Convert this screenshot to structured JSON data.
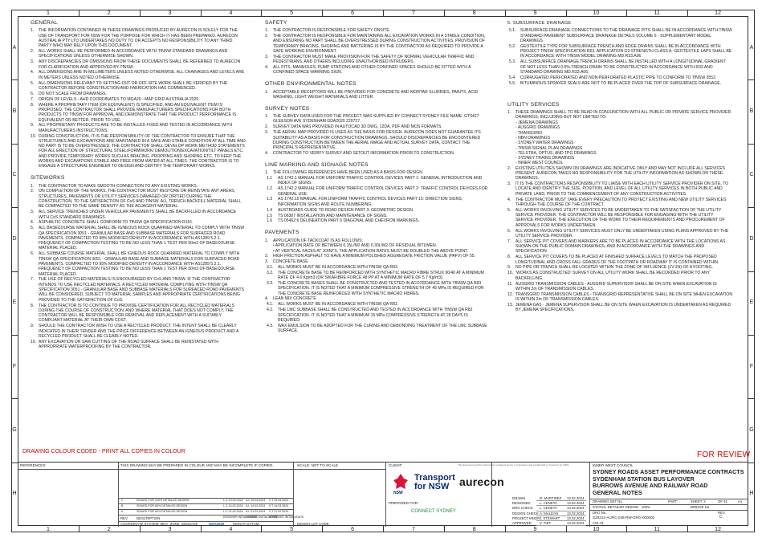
{
  "grid": {
    "columns": [
      "1",
      "2",
      "3",
      "4",
      "5",
      "6",
      "7",
      "8",
      "9",
      "10",
      "11",
      "12"
    ],
    "rows": [
      "A",
      "B",
      "C",
      "D",
      "E",
      "F",
      "G",
      "H"
    ]
  },
  "general": {
    "title": "GENERAL",
    "notes": [
      {
        "n": "1.",
        "t": "THE INFORMATION CONTAINED IN THESE DRAWINGS PRODUCED BY AURECON IS SOLELY FOR THE USE OF TRANSPORT FOR NSW FOR THE PURPOSE FOR WHICH IT HAS BEEN PREPARED. AURECON AUSTRALIA PTY LTD UNDERTAKES NO DUTY TO OR ACCEPTS NO RESPONSIBILITY TO ANY THIRD PARTY WHO MAY RELY UPON THIS DOCUMENT."
      },
      {
        "n": "2.",
        "t": "ALL WORKS SHALL BE PERFORMED IN ACCORDANCE WITH TfNSW STANDARD DRAWINGS AND SPECIFICATIONS UNLESS OTHERWISE SHOWN."
      },
      {
        "n": "3.",
        "t": "ANY DISCREPANCIES OR OMISSIONS FROM THESE DOCUMENTS SHALL BE REFERRED TO AURECON FOR CLARIFICATION AND APPROVED BY TfNSW."
      },
      {
        "n": "4.",
        "t": "ALL DIMENSIONS ARE IN MILLIMETERS UNLESS NOTED OTHERWISE. ALL CHAINAGES AND LEVELS ARE IN METERS UNLESS NOTED OTHERWISE."
      },
      {
        "n": "5.",
        "t": "ALL DIMENSIONS RELEVANT TO SETTING OUT OR OFF-SITE WORK SHALL BE VERIFIED BY THE CONTRACTOR BEFORE CONSTRUCTION AND FABRICATION HAS COMMENCED."
      },
      {
        "n": "6.",
        "t": "DO NOT SCALE FROM DRAWINGS."
      },
      {
        "n": "7.",
        "t": "ORIGIN OF LEVELS - AHD COORDINATES TO MGA20 - MAP GRID AUSTRALIA 2020."
      },
      {
        "n": "8.",
        "t": "WHERE A PROPRIETARY ITEM (OR EQUIVALENT) IS SPECIFIED, AND AN EQUIVALENT ITEM IS PROPOSED, THE CONTRACTOR SHALL PROVIDE MANUFACTURERS SPECIFICATIONS FOR BOTH PRODUCTS TO TfNSW FOR APPROVAL AND DEMONSTRATE THAT THE PRODUCT PERFORMANCE IS EQUIVALENT OR BETTER, PRIOR TO USE."
      },
      {
        "n": "9.",
        "t": "ALL PROPRIETARY PRODUCTS ARE TO BE INSTALLED FIXED AND TESTED IN ACCORDANCE WITH MANUFACTURERS INSTRUCTIONS."
      },
      {
        "n": "10.",
        "t": "DURING CONSTRUCTION, IT IS THE RESPONSIBILITY OF THE CONTRACTOR TO ENSURE THAT THE STRUCTURES AND EXCAVATIONS ARE MAINTAINED IN A SAFE AND STABLE CONDITION AT ALL TIME AND NO PART IS TO BE OVERSTRESSED. THE CONTRACTOR SHALL DEVELOP WORK METHOD STATEMENTS FOR ALL ERECTION OF STRUCTURAL STEEL/FORMWORK/ DEMOLITION/EXCAVATION/TILT PANELS ETC. AND PROVIDE TEMPORARY WORKS SUCH AS BRACING, PROPPING AND SHORING ETC. TO KEEP THE WORKS AND EXCAVATIONS STABLE AND FREE FROM WATER AT ALL TIMES. THE CONTRACTOR IS TO ENGAGE A STRUCTURAL ENGINEER TO DESIGN AND CERTIFY THE TEMPORARY WORKS."
      }
    ]
  },
  "siteworks": {
    "title": "SITEWORKS",
    "notes": [
      {
        "n": "1.",
        "t": "THE CONTRACTOR TO MAKE SMOOTH CONNECTION TO ANY EXISTING WORKS."
      },
      {
        "n": "2.",
        "t": "ON COMPLETION OF THE WORKS, THE CONTRACTOR MUST RESTORE OR REINSTATE ANY AREAS, STRUCTURES, PAVEMENTS OR UTILITY SERVICES DAMAGED OR DIRTIED DURING THE CONSTRUCTION, TO THE SATISFACTION OF CoS AND TfNSW. ALL TRENCH BACKFILL MATERIAL SHALL BE COMPACTED TO THE SAME DENSITY AS THE ADJACENT MATERIAL."
      },
      {
        "n": "3.",
        "t": "ALL SERVICE TRENCHES UNDER VEHICULAR PAVEMENTS SHALL BE BACKFILLED IN ACCORDANCE WITH CoS STANDARD DRAWINGS."
      },
      {
        "n": "4.",
        "t": "ASPHALTIC CONCRETE SHALL CONFORM TO TfNSW QA SPECIFICATION R116."
      },
      {
        "n": "5.",
        "t": "ALL BASECOURSE MATERIAL SHALL BE IGNEOUS ROCK QUARRIED MATERIAL TO COMPLY WITH TfNSW QA SPECIFICATION 3051 - GRANULAR BASE AND SUBBASE MATERIALS FOR SURFACED ROAD PAVEMENTS. COMPACTED TO 98% MODIFIED DENSITY IN ACCORDANCE WITH AS1289 5.2.1. FREQUENCY OF COMPACTION TESTING TO BE NO LESS THAN 1 TEST PER 50m3 OF BASECOURSE MATERIAL PLACED."
      },
      {
        "n": "6.",
        "t": "ALL SUBBASE COURSE MATERIAL SHALL BE IGNEOUS ROCK QUARRIED MATERIAL TO COMPLY WITH TfNSW QA SPECIFICATION 3051 - GRANULAR BASE AND SUBBASE MATERIALS FOR SURFACED ROAD PAVEMENTS. COMPACTED TO 95% MODIFIED DENSITY IN ACCORDANCE WITH AS1289 5.2.1. FREQUENCY OF COMPACTION TESTING TO BE NO LESS THAN 1 TEST PER 50m3 OF BASECOURSE MATERIAL PLACED."
      },
      {
        "n": "7.",
        "t": "THE USE OF RECYCLED MATERIALS IS ENCOURAGED BY CoS AND TfNSW. IF THE CONTRACTOR INTENDS TO USE RECYCLED MATERIALS. A RECYCLED MATERIAL COMPLYING WITH TfNSW QA SPECIFICATION 3051 - GRANULAR BASE AND SUBBASE MATERIALS FOR SURFACED ROAD PAVEMENTS WILL BE CONSIDERED, SUBJECT TO MATERIAL SAMPLES AND APPROPRIATE CERTIFICATIONS BEING PROVIDED TO THE SATISFACTION OF CoS."
      },
      {
        "n": "8.",
        "t": "THE CONTRACTOR IS TO CONTINUE TO PROVIDE CERTIFICATION FOR ALL RECYCLED MATERIALS DURING THE COURSE OF CONSTRUCTION. AND WHERE MATERIAL THAT DOES NOT COMPLY, THE CONTRACTOR WILL BE RESPONSIBLE FOR REMOVAL AND REPLACEMENT WITH A SUITABLY COMPLIANT MATERIAL AT THEIR OWN COST."
      },
      {
        "n": "9.",
        "t": "SHOULD THE CONTRACTOR WISH TO USE A RECYCLED PRODUCT. THE INTENT SHALL BE CLEARLY INDICATED IN THEIR TENDER AND THE PRICE DIFFERENCE BETWEEN AN IGNEOUS PRODUCT AND A RECYCLED PRODUCT SHALL BE CLEARLY NOTED."
      },
      {
        "n": "10.",
        "t": "ANY EXCAVATION OR SAW CUTTING OF THE ROAD SURFACE SHALL BE REINSTATED WITH APPROPRIATE WATERPROOFING BY THE CONTRACTOR."
      }
    ]
  },
  "safety": {
    "title": "SAFETY",
    "notes": [
      {
        "n": "1.",
        "t": "THE CONTRACTOR IS RESPONSIBLE FOR SAFETY ONSITE."
      },
      {
        "n": "2.",
        "t": "THE CONTRACTOR IS RESPONSIBLE FOR MAINTAINING ALL EXCAVATION WORKS IN A STABLE CONDITION, AND ENSURING NO PART SHALL BE OVERSTRESSED DURING CONSTRUCTION ACTIVITIES. PROVISION OF TEMPORARY BRACING, SHORING AND BATTERING IS BY THE CONTRACTOR AS REQUIRED TO PROVIDE A SAFE WORKING ENVIRONMENT."
      },
      {
        "n": "3.",
        "t": "THE CONTRACTOR MUST MAKE PROVISION FOR THE SAFETY OF NORMAL VEHICULAR TRAFFIC AND PEDESTRIANS, AND OTHERS INCLUDING UNAUTHORISED INTRUDERS."
      },
      {
        "n": "4.",
        "t": "ALL PITS, MANHOLES, PUMP STATIONS AND OTHER CONFINED SPACES SHOULD BE FITTED WITH A CONFINED SPACE WARNING SIGN."
      }
    ]
  },
  "environmental": {
    "title": "OTHER ENVIRONMENTAL NOTES",
    "notes": [
      {
        "n": "1.",
        "t": "ACCEPTABLE RECEPTORS WILL BE PROVIDED FOR CONCRETE AND MORTAR SLURRIES, PAINTS, ACID WASHING, LIGHT WEIGHT MATERIALS AND LITTER."
      }
    ]
  },
  "survey": {
    "title": "SURVEY NOTES",
    "notes": [
      {
        "n": "1.",
        "t": "THE SURVEY DATA USED FOR THE PROJECT WAS SUPPLIED BY CONNECT SYDNEY FILE NAME: GT0427 GLEESON AVE SYDENHAM GDA2020 220727."
      },
      {
        "n": "2.",
        "t": "SURVEY DATA WAS PROVIDED IN AUTOCAD 3D DWG, 12DA, PDF AND MOS FORMATS."
      },
      {
        "n": "3.",
        "t": "THE AERIAL MAP PROVIDED IS USED AS THE BASIS FOR DESIGN. AURECON DOES NOT GUARANTEE ITS SUITABILITY AS A BASIS FOR CONSTRUCTION DRAWINGS. SHOULD DISCREPANCIES BE ENCOUNTERED DURING CONSTRUCTION BETWEEN THE AERIAL IMAGE AND ACTUAL SURVEY DATA, CONTACT THE PRINCIPAL'S REPRESENTATIVE."
      },
      {
        "n": "4.",
        "t": "CONTRACTOR TO VERIFY SURVEY AND SETOUT INFORMATION PRIOR TO CONSTRUCTION."
      }
    ]
  },
  "linemarking": {
    "title": "LINE MARKING AND SIGNAGE NOTES",
    "intro": {
      "n": "1.",
      "t": "THE FOLLOWING REFERENCES HAVE BEEN USED AS A BASIS FOR DESIGN."
    },
    "subs": [
      {
        "n": "1.1",
        "t": "AS 1742.1 MANUAL FOR UNIFORM TRAFFIC CONTROL DEVICES PART 1: GENERAL INTRODUCTION AND INDEX OF SIGNS."
      },
      {
        "n": "1.2",
        "t": "AS 1742.2 MANUAL FOR UNIFORM TRAFFIC CONTROL DEVICES PART 2: TRAFFIC CONTROL DEVICES FOR GENERAL USE."
      },
      {
        "n": "1.3",
        "t": "AS 1742.15 MANUAL FOR UNIFORM TRAFFIC CONTROL DEVICES PART 15: DIRECTION SIGNS, INFORMATION SIGNS AND ROUTE NUMBERING."
      },
      {
        "n": "1.4",
        "t": "AUSTROADS GUIDE TO ROAD DESIGN PART 3: GEOMETRIC DESIGN."
      },
      {
        "n": "1.5",
        "t": "TS 06307 INSTALLATION AND MAINTENANCE OF SIGNS."
      },
      {
        "n": "1.6",
        "t": "TS 05462:6 DELINEATION PART 6 DIAGONAL AND CHEVRON MARKINGS."
      }
    ]
  },
  "pavements": {
    "title": "PAVEMENTS",
    "tack": {
      "n": "1.",
      "t": "APPLICATION OF TACKCOAT IS AS FOLLOWS:"
    },
    "tack_items": [
      "• APPLICATION RATE OF BETWEEN 0.15L/M2 AND 0.30L/M2 OF RESIDUAL BITUMEN.",
      "• AT VERTICAL FACES AT JOINTS, THE APPLICATION RATES MUST BE DOUBLED THE ABOVE POINT."
    ],
    "high": {
      "n": "2.",
      "t": "HIGH FRICTION ASPHALT TO HAVE A MINIMUM POLISHED AGGREGATE FRICTION VALUE (PAFV) OF 55."
    },
    "concrete": {
      "n": "3.",
      "t": "CONCRETE BASE"
    },
    "concrete_subs": [
      {
        "n": "3.1.",
        "t": "ALL WORKS MUST BE IN ACCORDANCE WITH TfNSW QA R83."
      },
      {
        "n": "3.2.",
        "t": "THE CONCRETE BASE TO BE REINFORCED WITH SYNTHETIC MACRO FIBRE STRUX 90/40 AT A MINIMUM RATE OF 4.6 Kg/m3 (OR SIKAFIBRE FORCE 48 PP AT A MINIMUM RATE OF 5.7 Kg/m3)."
      },
      {
        "n": "3.3.",
        "t": "THE CONCRETE BASES SHALL BE CONSTRUCTED AND TESTED IN ACCORDANCE WITH TfNSW QA R83 SPECIFICATION. IT IS NOTED THAT A MINIMUM COMPRESSIVE STRENGTH OF 45 MPa IS REQUIRED FOR THE CONCRETE BASE REINFORCED WITH SYNTHETIC MACRO FIBRES."
      }
    ],
    "lean": {
      "n": "4.",
      "t": "LEAN MIX CONCRETE"
    },
    "lean_subs": [
      {
        "n": "4.1.",
        "t": "ALL WORKS MUST BE IN ACCORDANCE WITH TfNSW QA R82."
      },
      {
        "n": "4.2.",
        "t": "THE LMC SUBBASE SHALL BE CONSTRUCTED AND TESTED IN ACCORDANCE WITH TfNSW QA R82 SPECIFICATION. IT IS NOTED THAT A MINIMUM 15 MPa COMPRESSIVE STRENGTH AT 28 DAYS IS REQUIRED."
      },
      {
        "n": "4.3.",
        "t": "WAX EMULSION TO BE ADOPTED FOR THE CURING AND DEBONDING TREATMENT OF THE LMC SUBBASE SURFACE."
      }
    ]
  },
  "subsurface": {
    "title": "5.   SUBSURFACE DRAINAGE",
    "subs": [
      {
        "n": "5.1.",
        "t": "SUBSURFACE DRAINAGE CONNECTIONS TO THE DRAINAGE PITS SHALL BE IN ACCORDANCE WITH TfNSW STANDARD PAVEMENT SUBSURFACE DRAINAGE DETAILS VOLUME 6 - SUPPLEMENTARY MODEL DRAWINGS."
      },
      {
        "n": "5.2.",
        "t": "GEOTEXTILE TYPE FOR SUBSURFACE TRENCH AND EDGE DRAINS SHALL BE IN ACCORDANCE WITH PROJECT TfNSW SPECIFICATION R63. APPLICATION G3 STRENGTH CLASS A. GEOTEXTILE LAPS SHALL BE IN ACCORDANCE WITH TfNSW MODEL DRAWING MD.R33.A06."
      },
      {
        "n": "5.3.",
        "t": "ALL SUBSURFACE DRAINAGE TRENCH DRAINS SHALL BE INSTALLED WITH A LONGITUDINAL GRADIENT OF NOT LESS THAN 0.5%.TRENCH DRAIN TO BE CONSTRUCTED IN ACCORDANCE WITH R33 AND STANDARD DRAWING MD.R33.A06."
      },
      {
        "n": "5.4.",
        "t": "CORRUGATED PERFORATED AND NON-PERFORATED PLASTIC PIPE TO CONFORM TO TfNSW 3552."
      },
      {
        "n": "5.5.",
        "t": "BITUMINOUS SPRAYED SEALS ARE NOT TO BE PLACED OVER THE TOP OF SUBSURFACE DRAINAGE."
      }
    ]
  },
  "utility": {
    "title": "UTILITY SERVICES",
    "intro": {
      "n": "1.",
      "t": "THESE DRAWINGS SHALL TO BE READ IN CONJUNCTION WITH ALL PUBLIC OR PRIVATE SERVICE PROVIDER DRAWINGS, INCLUDING BUT NOT LIMITED TO:"
    },
    "list": [
      "- JEMENA DRAWINGS",
      "- AUSGRID DRAWINGS",
      "- TRANSGRID",
      "- NBN DRAWINGS",
      "- SYDNEY WATER DRAWINGS",
      "- TfNSW SIGNAL PLAN DRAWINGS",
      "- TELSTRA, OPTUS, AND TPG DRAWINGS",
      "- SYDNEY TRAINS DRAWINGS",
      "- INNER WEST COUNCIL"
    ],
    "notes": [
      {
        "n": "2.",
        "t": "EXISTING UTILITIES SHOWN ON DRAWINGS ARE INDICATIVE ONLY AND MAY NOT INCLUDE ALL SERVICES PRESENT. AURECON TAKES NO RESPONSIBILITY FOR THE UTILITY INFORMATION AS SHOWN ON THESE DRAWINGS."
      },
      {
        "n": "3.",
        "t": "IT IS THE CONTRACTORS RESPONSIBILITY TO LIAISE WITH EACH UTILITY SERVICE PROVIDER ON SITE, TO LOCATE AND IDENTIFY THE SIZE, POSITION, AND LEVEL OF ALL UTILITY SERVICES IN BOTH PUBLIC AND PRIVATE LAND, PRIOR TO THE COMMENCEMENT OF ANY CONSTRUCTION ACTIVITIES."
      },
      {
        "n": "4.",
        "t": "THE CONTRACTOR MUST TAKE EVERY PRECAUTION TO PROTECT EXISTING AND NEW UTILITY SERVICES THROUGH THE COURSE OF THE CONTRACT."
      },
      {
        "n": "5.",
        "t": "ALL WORKS INVOLVING UTILITY SERVICES TO BE UNDERTAKEN TO THE SATISFACTION OF THE UTILITY SERVICE PROVIDER. THE CONTRACTOR WILL BE RESPONSIBLE FOR ENGAGING WITH THE UTILITY SERVICE PROVIDER, THE EXECUTION OF THE WORK TO THEIR REQUIREMENTS AND PROCUREMENT OF APPROVALS FOR WORKS UNDERTAKEN."
      },
      {
        "n": "6.",
        "t": "ALL WORKS INVOLVING UTILITY SERVICES MUST ONLY BE UNDERTAKEN USING PLANS APPROVED BY THE UTILITY SERVICE PROVIDER."
      },
      {
        "n": "7.",
        "t": "ALL SERVICE PIT COVERS AND MARKERS ARE TO BE PLACED IN ACCORDANCE WITH THE LOCATIONS AS SHOWN ON THE PUBLIC DOMAIN DRAWINGS, AND IN ACCORDANCE WITH THE DRAWINGS AND SPECIFICATION."
      },
      {
        "n": "8.",
        "t": "ALL SERVICE PIT COVERS TO BE PLACED AT FINISHED SURFACE LEVELS TO MATCH THE PROPOSED LONGITUDINAL AND CROSS FALL GRADES OF THE FOOTPATH OR ROADWAY IT IS CONTAINED WITHIN."
      },
      {
        "n": "9.",
        "t": "NO PIPE OR TRENCH SHALL BE LOCATED WITHIN THE ZONE OF INFLUENCE (1V:2H) OF A FOOTING."
      },
      {
        "n": "10.",
        "t": "'WORKS AS CONSTRUCTED' SURVEY ON ALL UTILITY WORK SHALL BE RECORDED PRIOR TO ANY BACKFILLING."
      },
      {
        "n": "11.",
        "t": "AUSGRID TRANSMISSION CABLES - AUSGRID SUPERVISOR SHALL BE ON SITE WHEN EXCAVATION IS WITHIN 2m OF TRANSMISSION CABLES."
      },
      {
        "n": "12.",
        "t": "TRANSGRID TRANSMISSION CABLES - TRANSGRID REPRESENTATIVE SHALL BE ON SITE WHEN EXCAVATION IS WITHIN 2m OF TRANSMISSION CABLES."
      },
      {
        "n": "13.",
        "t": "JEMENA GAS - JEMENA SUPERVISOR SHALL BE ON SITE WHEN EXCAVATION IS UNDERTAKEN AS REQUIRED BY JEMENA SPECIFICATIONS."
      }
    ]
  },
  "stamps": {
    "colour_coded": "DRAWING COLOUR CODED - PRINT ALL COPIES IN COLOUR",
    "for_review": "FOR REVIEW"
  },
  "title_block": {
    "references": "REFERENCES:",
    "incomplete": "THIS DRAWING MAY BE PREPARED IN COLOUR AND MAY BE INCOMPLETE IF COPIED.",
    "scale": "SCALE:  NOT TO SCALE",
    "client": "CLIENT:",
    "revisions": [
      {
        "rev": "C",
        "desc": "ISSUED FOR 100% DETAILED DESIGN",
        "d1": "L.C 19.04.2024",
        "d2": "A.L 19.04.2024",
        "d3": "V.T 19.04.2024"
      },
      {
        "rev": "B",
        "desc": "ISSUED FOR 80% DETAILED DESIGN",
        "d1": "L.C 14.03.2024",
        "d2": "A.L 14.03.2024",
        "d3": "V.T 14.03.2024"
      },
      {
        "rev": "A",
        "desc": "ISSUED FOR 50% DETAILED DESIGN",
        "d1": "L.C 21.02.2024",
        "d2": "A.L 21.02.2024",
        "d3": "V.T 21.02.2024"
      }
    ],
    "rev_header": "REV",
    "desc_header": "DESCRIPTION",
    "designer_header": "DESIGNER INITIALS/DATE",
    "verified_header": "VERIFIED INITIALS/DATE",
    "approved_header": "APPROVED INITIALS/DATE",
    "coord": "COORDINATE SYSTEM: MGA_ZONE_56/GDA20",
    "gda": "GDA2020",
    "height": "HEIGHT DATUM:",
    "design_lot": "DESIGN LOT CODE:",
    "tfnsw": "Transport\nfor NSW",
    "nsw": "NSW",
    "prepared_for": "PREPARED FOR:",
    "connect": "CONNECT SYDNEY",
    "aurecon": "aurecon",
    "disclaimer": "This document and the information contained herein is proprietary and confidential to Transport for NSW.",
    "roles": [
      {
        "role": "DRAWN",
        "name": "R. MARTINEZ",
        "date": "13.02.2024"
      },
      {
        "role": "DESIGNED",
        "name": "L. CENETA",
        "date": "13.02.2024"
      },
      {
        "role": "DRG CHECK",
        "name": "L. CENETA",
        "date": "13.02.2024"
      },
      {
        "role": "DESIGN CHECK",
        "name": "A. MALEAN",
        "date": "13.02.2024"
      },
      {
        "role": "PROJECT MNGR",
        "name": "J. STEWART",
        "date": "13.02.2024"
      },
      {
        "role": "APPROVED",
        "name": "V. TIET",
        "date": "13.02.2024"
      }
    ],
    "council": "INNER WEST COUNCIL",
    "project_title": [
      "SYDNEY ROADS ASSET PERFORMANCE CONTRACTS",
      "SYDENHAM STATION BUS LAYOVER",
      "BURROWS AVENUE AND RAILWAY ROAD",
      "GENERAL NOTES"
    ],
    "drawing_set": "DRAWING SET No.",
    "status": "STATUS: DETAILED DESIGN - 100%",
    "part": "PART:",
    "sheet": "SHEET: 2",
    "of": "OF 41",
    "bridge": "BRIDGE No.",
    "size": "A1",
    "drg_no_label": "DRG No.",
    "drg_no": "S20212-AURC-038-RW-DRG-000002",
    "rev_label": "REV.",
    "rev_value": "C",
    "file_label": "C01.01"
  }
}
